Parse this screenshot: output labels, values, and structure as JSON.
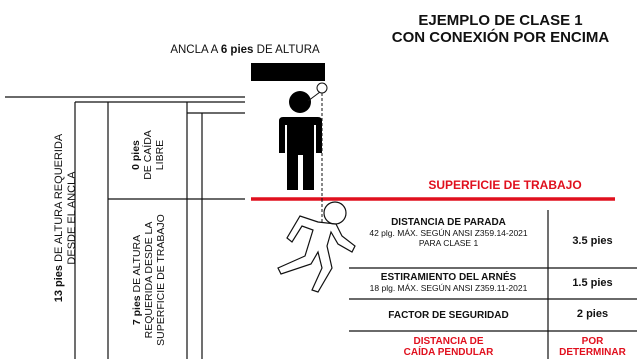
{
  "title": {
    "line1": "EJEMPLO DE CLASE 1",
    "line2": "CON CONEXIÓN POR ENCIMA"
  },
  "anchor": {
    "prefix": "ANCLA A ",
    "value": "6 pies",
    "suffix": " DE ALTURA"
  },
  "left_measure": {
    "bold": "13 pies",
    "rest_line1": " DE ALTURA REQUERIDA",
    "line2": "DESDE EL ANCLA"
  },
  "free_fall": {
    "bold": "0 pies",
    "line2": "DE CAÍDA",
    "line3": "LIBRE"
  },
  "required_height": {
    "bold": "7 pies",
    "rest_line1": " DE ALTURA",
    "line2": "REQUERIDA DESDE LA",
    "line3": "SUPERFICIE DE TRABAJO"
  },
  "surface": {
    "label": "SUPERFICIE DE TRABAJO"
  },
  "rows": [
    {
      "title": "DISTANCIA DE PARADA",
      "sub1": "42 plg. MÁX. SEGÚN ANSI Z359.14-2021",
      "sub2": "PARA CLASE 1",
      "value": "3.5 pies"
    },
    {
      "title": "ESTIRAMIENTO DEL ARNÉS",
      "sub1": "18 plg. MÁX. SEGÚN ANSI Z359.11-2021",
      "sub2": "",
      "value": "1.5 pies"
    },
    {
      "title": "FACTOR DE SEGURIDAD",
      "sub1": "",
      "sub2": "",
      "value": "2 pies"
    },
    {
      "title_line1": "DISTANCIA DE",
      "title_line2": "CAÍDA PENDULAR",
      "value_line1": "POR",
      "value_line2": "DETERMINAR"
    }
  ],
  "colors": {
    "accent_red": "#e0101e",
    "line_dark": "#111111"
  },
  "icons": [
    "worker-standing-icon",
    "worker-falling-icon",
    "anchor-bar-icon"
  ]
}
